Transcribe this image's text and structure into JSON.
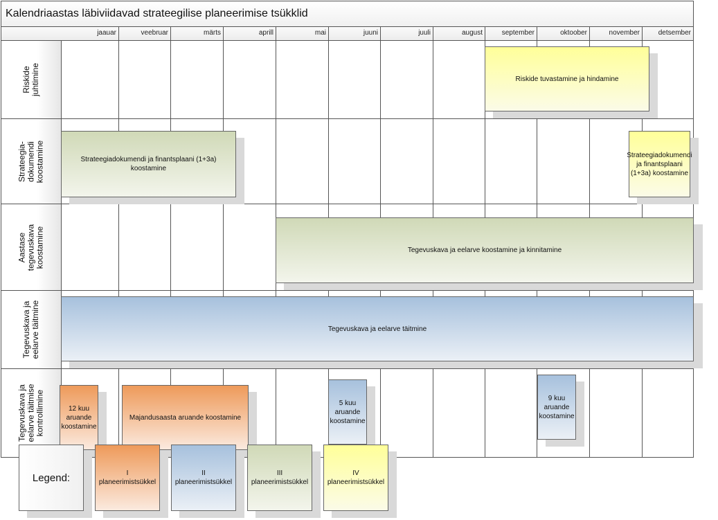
{
  "title": "Kalendriaastas läbiviidavad strateegilise planeerimise tsükklid",
  "months": [
    "jaauar",
    "veebruar",
    "märts",
    "aprill",
    "mai",
    "juuni",
    "juuli",
    "august",
    "september",
    "oktoober",
    "november",
    "detsember"
  ],
  "lanes": [
    "Riskide juhtimine",
    "Strateegia-dokumendi koostamine",
    "Aastase tegevuskava koostamine",
    "Tegevuskava ja eelarve täitmine",
    "Tegevuskava ja eelarve täitmise kontrollimine"
  ],
  "tasks": {
    "risk": "Riskide tuvastamine ja hindamine",
    "strat1": "Strateegiadokumendi ja finantsplaani (1+3a) koostamine",
    "strat2": "Strateegiadokumendi ja finantsplaani (1+3a) koostamine",
    "annual": "Tegevuskava ja eelarve koostamine ja kinnitamine",
    "exec": "Tegevuskava ja eelarve täitmine",
    "r12": "12 kuu aruande koostamine",
    "annualreport": "Majandusaasta aruande koostamine",
    "r5": "5 kuu aruande koostamine",
    "r9": "9 kuu aruande koostamine"
  },
  "legend": {
    "title": "Legend:",
    "items": [
      "I planeerimistsükkel",
      "II planeerimistsükkel",
      "III planeerimistsükkel",
      "IV planeerimistsükkel"
    ]
  },
  "colors": {
    "cycle1": "#ee9a5a",
    "cycle2": "#a7c1dd",
    "cycle3": "#d0d9b7",
    "cycle4": "#ffff99"
  }
}
